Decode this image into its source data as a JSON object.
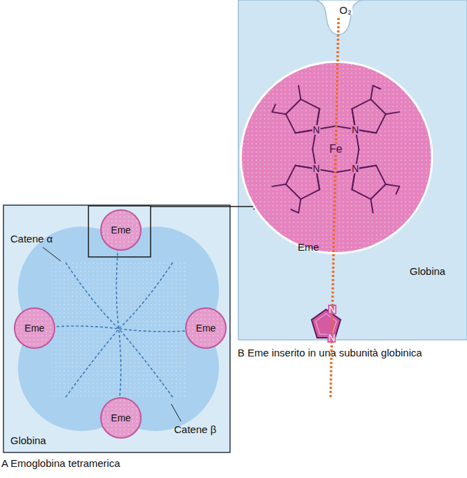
{
  "diagram": {
    "nodes": [
      {
        "text": [
          "Globina",
          "B Eme inserito in una subunità globinica"
        ]
      },
      {
        "text": [
          "Eme"
        ],
        "in": 0
      },
      {
        "text": [
          "Catene α",
          "Catene β",
          "Globina",
          "A Emoglobina tetramerica"
        ]
      },
      {
        "text": [
          "Eme"
        ],
        "in": 2
      },
      {
        "text": [
          "Eme"
        ],
        "in": 2
      },
      {
        "text": [
          "Eme"
        ],
        "in": 2
      },
      {
        "text": [
          "Eme"
        ],
        "in": 2
      }
    ],
    "edges": [
      {
        "from": 3,
        "to": 0,
        "arrow": "to"
      }
    ],
    "labels": [
      "O₂",
      "N",
      "N",
      "N",
      "N",
      "Fe",
      "N",
      "N"
    ]
  }
}
